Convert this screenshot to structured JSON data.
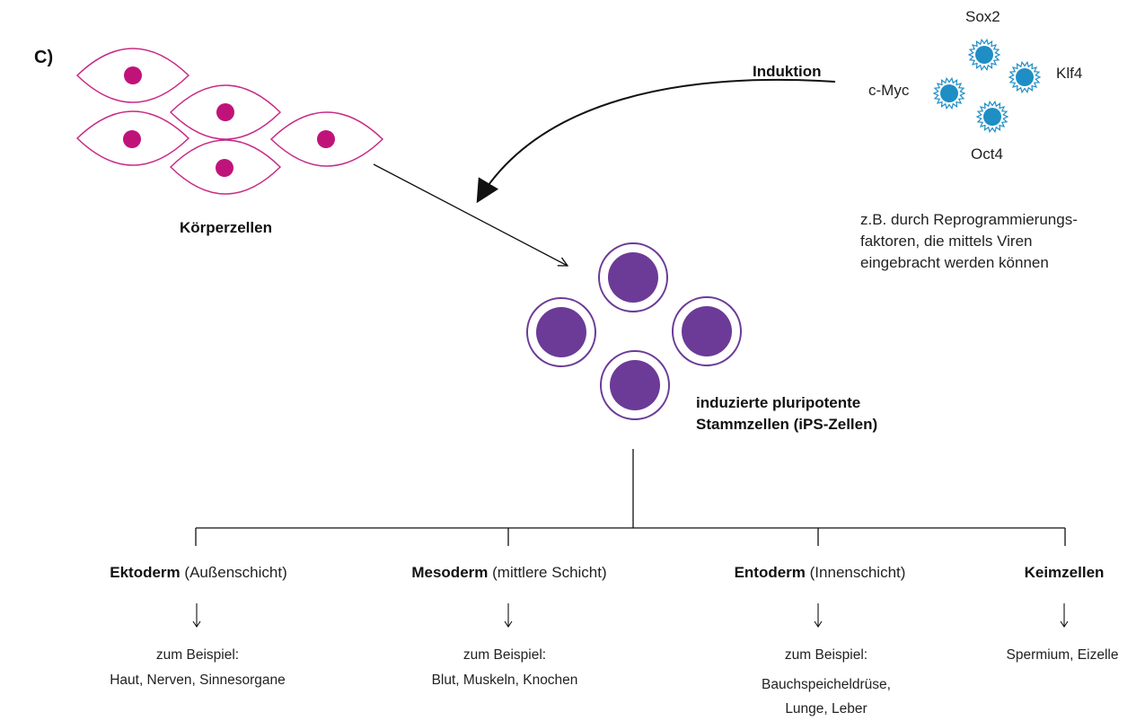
{
  "panel_label": "C)",
  "body_cells": {
    "label": "Körperzellen"
  },
  "induction": {
    "label": "Induktion",
    "factors": {
      "top": "Sox2",
      "right": "Klf4",
      "left": "c-Myc",
      "bottom": "Oct4"
    },
    "note_lines": [
      "z.B. durch Reprogrammierungs-",
      "faktoren, die mittels Viren",
      "eingebracht werden können"
    ]
  },
  "ips": {
    "line1": "induzierte pluripotente",
    "line2": "Stammzellen (iPS-Zellen)"
  },
  "branches": [
    {
      "name": "Ektoderm",
      "desc": "(Außenschicht)",
      "example_label": "zum Beispiel:",
      "examples": [
        "Haut, Nerven, Sinnesorgane"
      ]
    },
    {
      "name": "Mesoderm",
      "desc": "(mittlere Schicht)",
      "example_label": "zum Beispiel:",
      "examples": [
        "Blut, Muskeln, Knochen"
      ]
    },
    {
      "name": "Entoderm",
      "desc": "(Innenschicht)",
      "example_label": "zum Beispiel:",
      "examples": [
        "Bauchspeicheldrüse,",
        "Lunge, Leber"
      ]
    },
    {
      "name": "Keimzellen",
      "desc": "",
      "example_label": "",
      "examples": [
        "Spermium, Eizelle"
      ]
    }
  ],
  "colors": {
    "body_cell_outline": "#c72a86",
    "body_cell_nucleus": "#c0137a",
    "ips_cell": "#6b3b97",
    "factor_fill": "#1f8ec5",
    "factor_spikes": "#1f8ec5",
    "lines": "#111111"
  }
}
